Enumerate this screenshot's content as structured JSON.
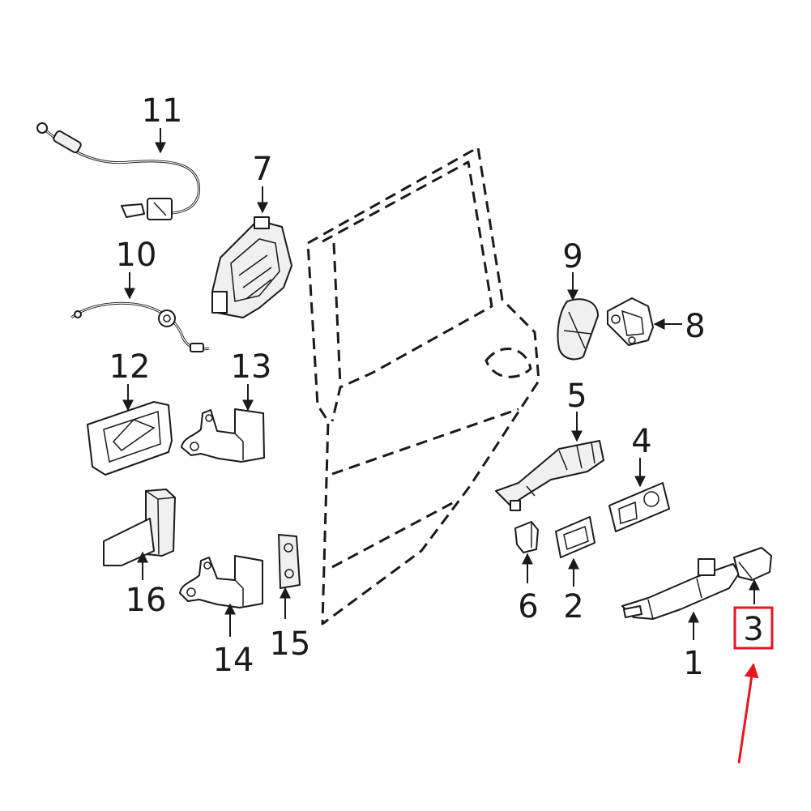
{
  "diagram": {
    "callouts": [
      {
        "id": "c1",
        "label": "1"
      },
      {
        "id": "c2",
        "label": "2"
      },
      {
        "id": "c3",
        "label": "3",
        "highlighted": true
      },
      {
        "id": "c4",
        "label": "4"
      },
      {
        "id": "c5",
        "label": "5"
      },
      {
        "id": "c6",
        "label": "6"
      },
      {
        "id": "c7",
        "label": "7"
      },
      {
        "id": "c8",
        "label": "8"
      },
      {
        "id": "c9",
        "label": "9"
      },
      {
        "id": "c10",
        "label": "10"
      },
      {
        "id": "c11",
        "label": "11"
      },
      {
        "id": "c12",
        "label": "12"
      },
      {
        "id": "c13",
        "label": "13"
      },
      {
        "id": "c14",
        "label": "14"
      },
      {
        "id": "c15",
        "label": "15"
      },
      {
        "id": "c16",
        "label": "16"
      }
    ],
    "colors": {
      "line": "#1a1a1a",
      "highlight": "#e8141e",
      "background": "#ffffff"
    }
  }
}
